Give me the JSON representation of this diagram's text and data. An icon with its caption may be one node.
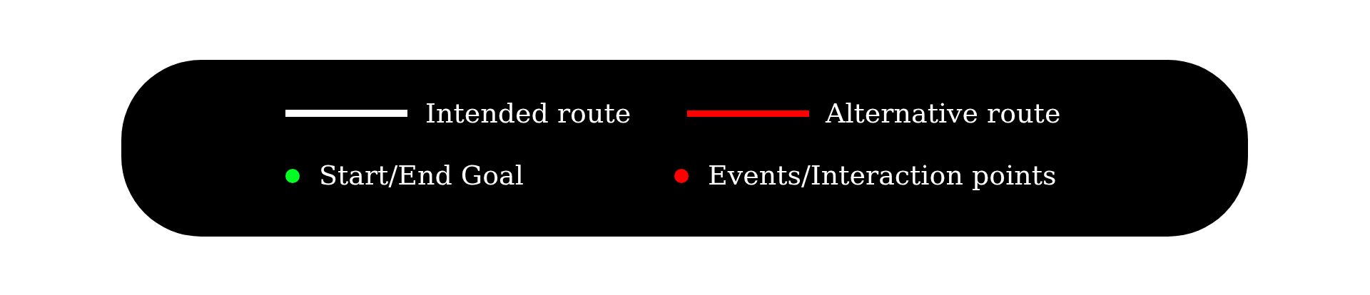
{
  "diagram": {
    "legend": [
      {
        "text": "Intended route",
        "color": "#ffffff"
      },
      {
        "text": "Alternative route",
        "color": "#ff0000"
      },
      {
        "text": "Start/End Goal",
        "color": "#00ff22"
      },
      {
        "text": "Events/Interaction points",
        "color": "#ff0000"
      }
    ]
  }
}
